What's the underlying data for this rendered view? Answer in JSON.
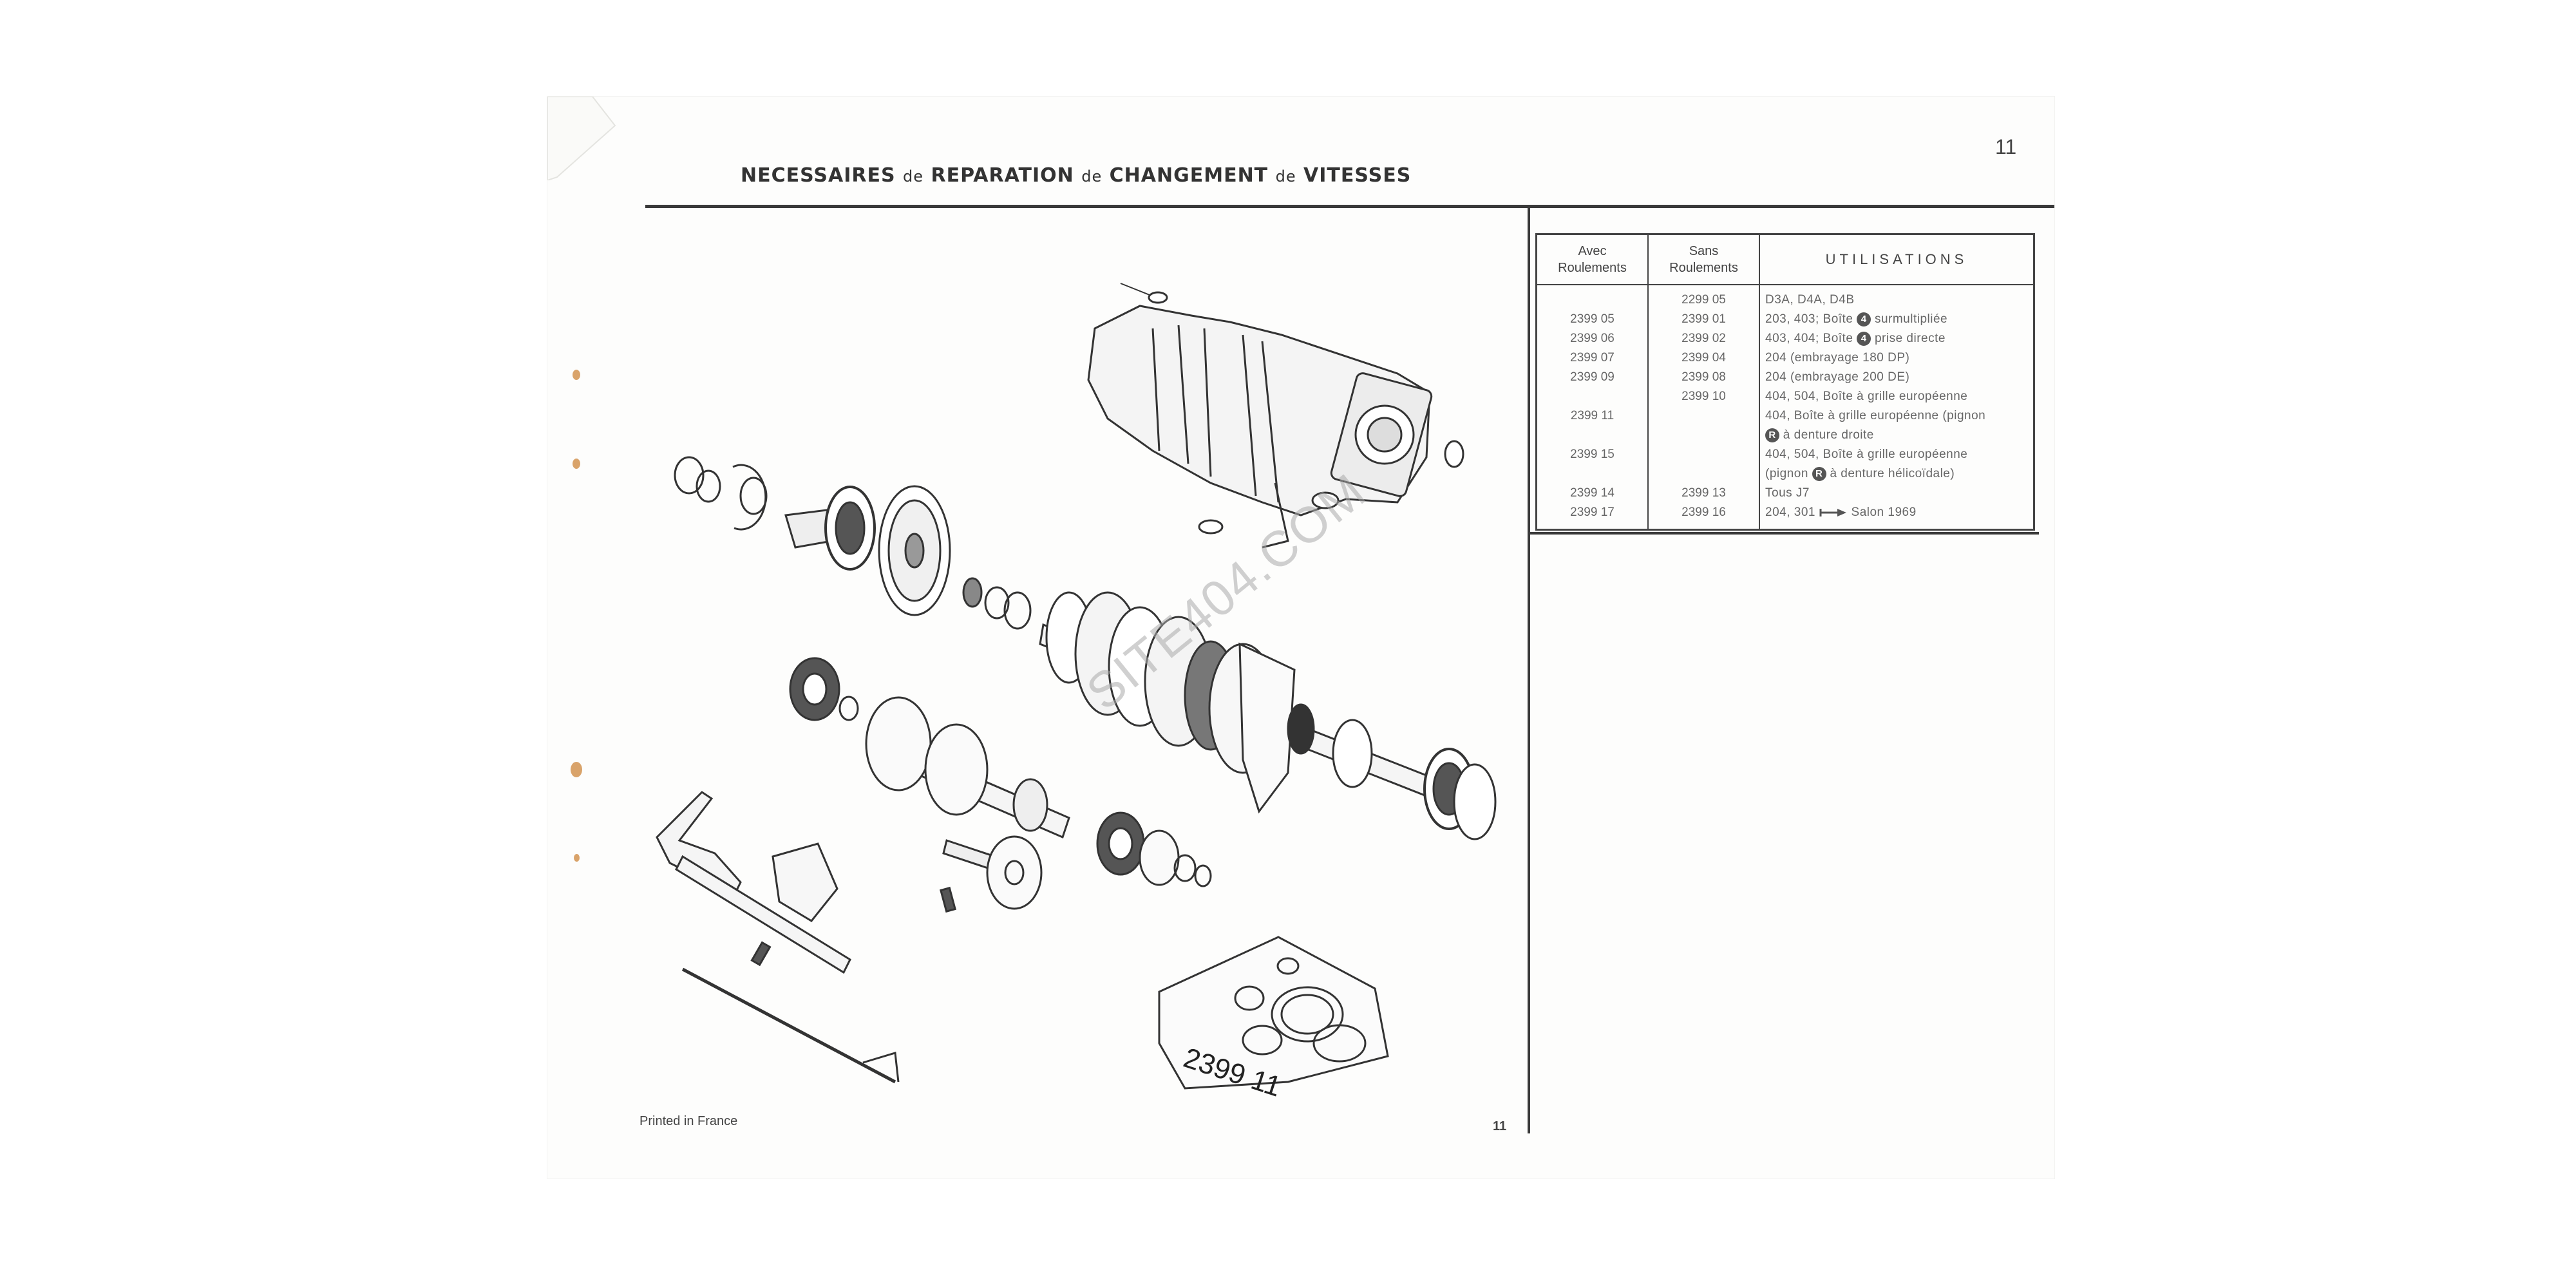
{
  "page": {
    "number": "11",
    "title_parts": [
      "NECESSAIRES",
      "de",
      "REPARATION",
      "de",
      "CHANGEMENT",
      "de",
      "VITESSES"
    ],
    "printed": "Printed in France",
    "footer_number": "11",
    "watermark": "SITE404.COM",
    "kit_label": "2399 11"
  },
  "table": {
    "headers": {
      "avec_line1": "Avec",
      "avec_line2": "Roulements",
      "sans_line1": "Sans",
      "sans_line2": "Roulements",
      "utilisations": "UTILISATIONS"
    },
    "rows": [
      {
        "avec": "",
        "sans": "2299 05",
        "util": "D3A, D4A, D4B"
      },
      {
        "avec": "2399 05",
        "sans": "2399 01",
        "util_pre": "203, 403; Boîte",
        "util_badge": "4",
        "util_post": "surmultipliée"
      },
      {
        "avec": "2399 06",
        "sans": "2399 02",
        "util_pre": "403, 404; Boîte",
        "util_badge": "4",
        "util_post": "prise directe"
      },
      {
        "avec": "2399 07",
        "sans": "2399 04",
        "util": "204 (embrayage 180 DP)"
      },
      {
        "avec": "2399 09",
        "sans": "2399 08",
        "util": "204 (embrayage 200 DE)"
      },
      {
        "avec": "",
        "sans": "2399 10",
        "util": "404, 504, Boîte à grille européenne"
      },
      {
        "avec": "2399 11",
        "sans": "",
        "util": "404, Boîte à grille européenne (pignon",
        "util2_badge": "R",
        "util2_post": "à denture droite"
      },
      {
        "avec": "2399 15",
        "sans": "",
        "util": "404, 504, Boîte à grille européenne",
        "util2_pre": "(pignon",
        "util2_badge": "R",
        "util2_post": "à denture hélicoïdale)"
      },
      {
        "avec": "2399 14",
        "sans": "2399 13",
        "util": "Tous J7"
      },
      {
        "avec": "2399 17",
        "sans": "2399 16",
        "util_pre": "204, 301",
        "util_post": "Salon 1969"
      }
    ]
  },
  "colors": {
    "rule": "#3a3a3a",
    "hole": "#d9a36a",
    "ink": "#2b2b2b"
  }
}
